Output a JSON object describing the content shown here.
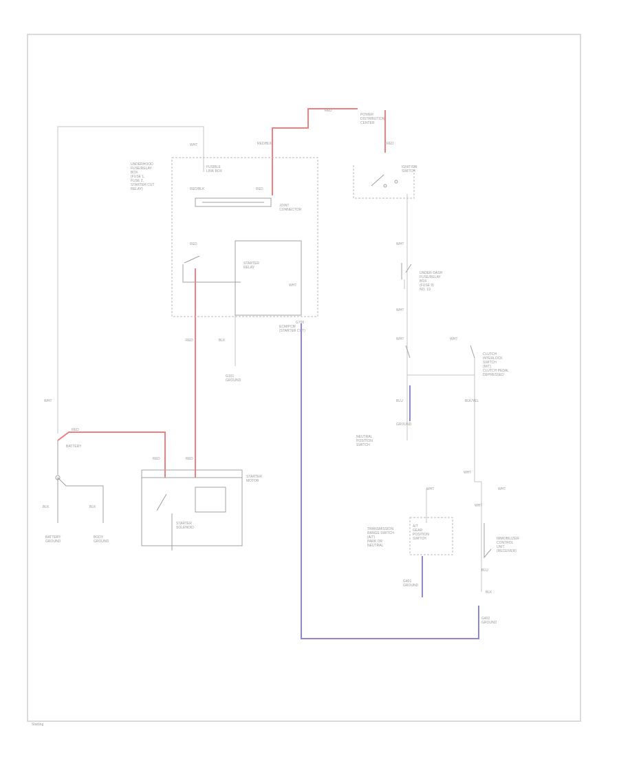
{
  "colors": {
    "hot_wire": "#f08080",
    "ground_wire": "#8c86de",
    "signal_wire": "#c4c4c4"
  },
  "labels": {
    "red_b": "RED/BLK",
    "red_c": "RED",
    "red_d": "RED",
    "red_e": "RED/BLK",
    "red_f": "RED",
    "red_g": "RED",
    "red_h": "RED",
    "red_i": "RED",
    "red_j": "RED",
    "wht_a": "WHT",
    "wht_b": "WHT",
    "wht_c": "WHT",
    "wht_d": "WHT",
    "wht_e": "WHT",
    "wht_f": "WHT",
    "wht_g": "WHT",
    "wht_h": "WHT",
    "wht_i": "WHT",
    "wht_j": "WHT",
    "blu_a": "BLU",
    "blu_b": "BLU",
    "blk_a": "BLK",
    "blk_b": "BLK",
    "blk_c": "BLK",
    "blk_d": "BLK",
    "blk_e": "BLK/YEL",
    "gnd_a": "GROUND",
    "code": "G700",
    "pdc": "POWER\nDISTRIBUTION\nCENTER",
    "underhood": "UNDERHOOD\nFUSE/RELAY\nBOX\n(FUSE 1,\nFUSE 2,\nSTARTER CUT\nRELAY)",
    "fusible": "FUSIBLE\nLINK BOX",
    "ign_switch": "IGNITION\nSWITCH",
    "joint_conn": "JOINT\nCONNECTOR",
    "starter_relay": "STARTER\nRELAY",
    "pcm": "ECM/PCM\n(STARTER CUT)",
    "battery": "BATTERY",
    "battery_ground": "BATTERY\nGROUND",
    "body_ground": "BODY\nGROUND",
    "starter_motor": "STARTER\nMOTOR",
    "starter_solenoid": "STARTER\nSOLENOID",
    "g_ground": "G101\nGROUND",
    "dash_fuse": "UNDER-DASH\nFUSE/RELAY\nBOX\n(FUSE 9)\nNO. 19",
    "clutch": "CLUTCH\nINTERLOCK\nSWITCH\n(M/T)\nCLUTCH PEDAL\nDEPRESSED",
    "neutral": "NEUTRAL\nPOSITION\nSWITCH",
    "atshift": "A/T\nGEAR\nPOSITION\nSWITCH",
    "range": "TRANSMISSION\nRANGE SWITCH\n(A/T)\nPARK OR\nNEUTRAL",
    "immob": "IMMOBILIZER\nCONTROL\nUNIT\n(RECEIVER)",
    "g2": "G401\nGROUND",
    "g3": "G402\nGROUND",
    "footer": "Starting"
  }
}
